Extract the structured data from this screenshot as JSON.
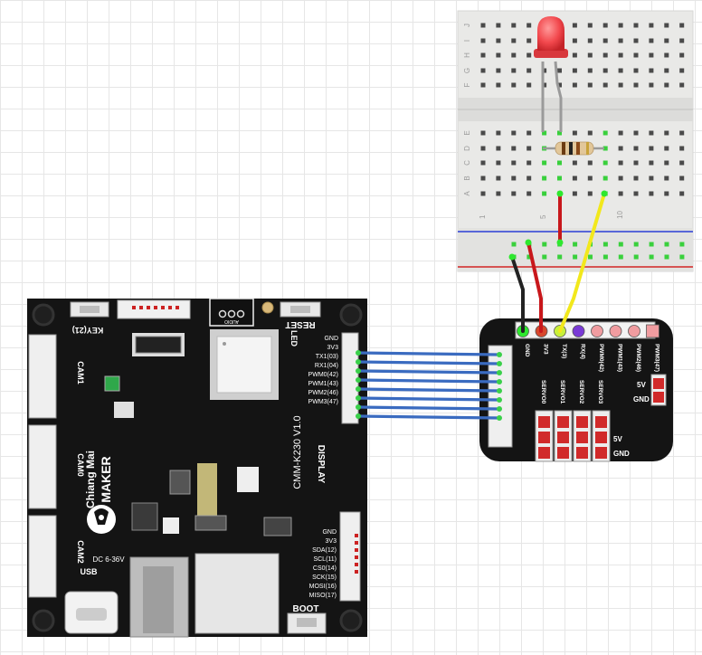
{
  "breadboard": {
    "row_labels": [
      "J",
      "I",
      "H",
      "G",
      "F",
      "E",
      "D",
      "C",
      "B",
      "A"
    ],
    "column_numbers": [
      "1",
      "5",
      "10"
    ]
  },
  "main_board": {
    "brand_line1": "Chiang Mai",
    "brand_line2": "MAKER",
    "model": "CMM-K230 V1.0",
    "labels": {
      "key": "KEY(21)",
      "reset": "RESET",
      "boot": "BOOT",
      "cam1": "CAM1",
      "cam0": "CAM0",
      "cam2": "CAM2",
      "usb": "USB",
      "dc": "DC 6-36V",
      "display": "DISPLAY",
      "audio": "AUDIO",
      "led": "LED",
      "gnd": "GND",
      "v33": "3V3"
    },
    "top_pins": [
      "GND",
      "3V3",
      "TX1(03)",
      "RX1(04)",
      "PWM0(42)",
      "PWM1(43)",
      "PWM2(46)",
      "PWM3(47)"
    ],
    "bottom_pins": [
      "GND",
      "3V3",
      "SDA(12)",
      "SCL(11)",
      "CS0(14)",
      "SCK(15)",
      "MOSI(16)",
      "MISO(17)"
    ]
  },
  "expansion_board": {
    "top_pins": [
      "GND",
      "3V3",
      "TX(3)",
      "RX(4)",
      "PWM0(42)",
      "PWM1(43)",
      "PWM2(46)",
      "PWM3(47)"
    ],
    "servos": [
      "SERVO0",
      "SERVO1",
      "SERVO2",
      "SERVO3"
    ],
    "v5": "5V",
    "gnd": "GND",
    "power_v5": "5V",
    "power_gnd": "GND"
  },
  "colors": {
    "board": "#141414",
    "wire_black": "#222222",
    "wire_red": "#c8171b",
    "wire_yellow": "#f2e81c",
    "ribbon": "#3a6bc0",
    "led": "#f2484d",
    "header_red": "#d12a2a",
    "breadboard": "#e9e9e7"
  }
}
